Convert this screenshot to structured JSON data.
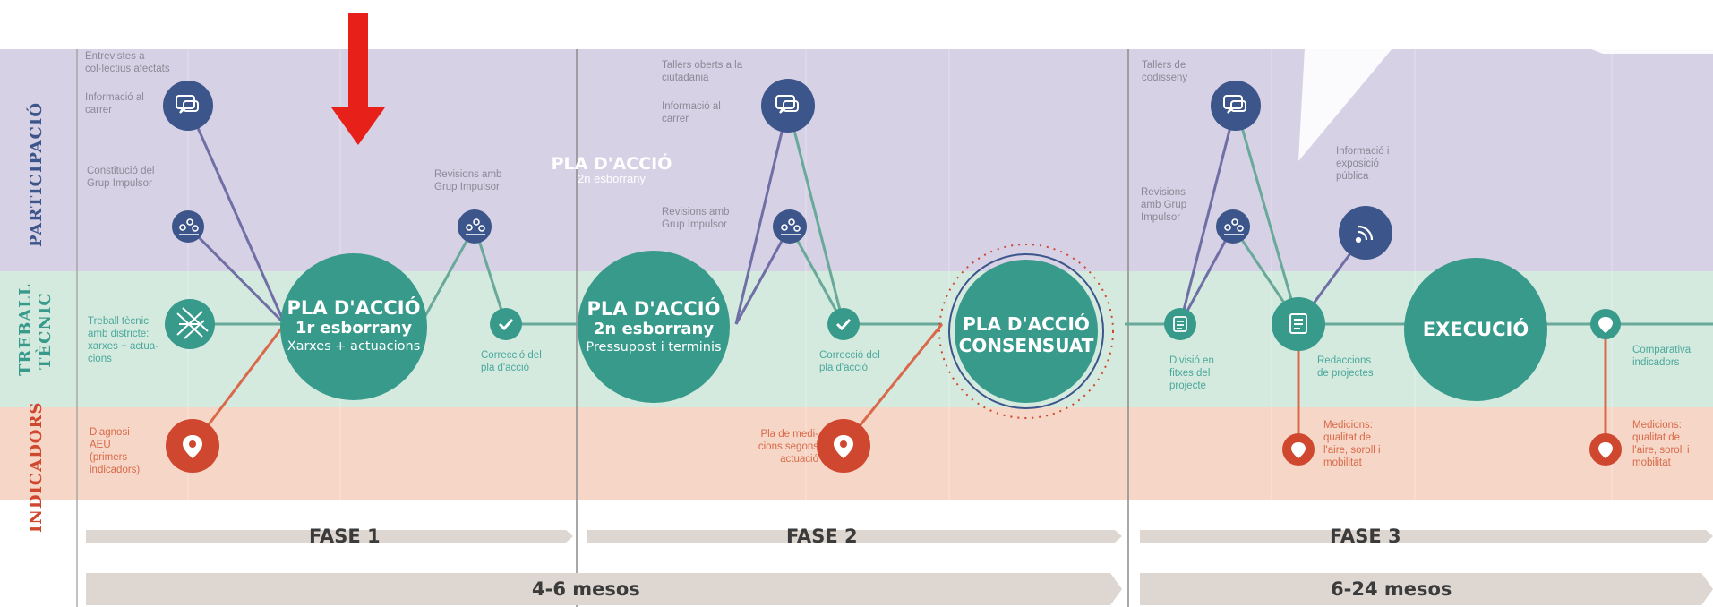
{
  "bands": {
    "participacio": "PARTICIPACIÓ",
    "treball_1": "TREBALL",
    "treball_2": "TÈCNIC",
    "indicadors": "INDICADORS"
  },
  "colors": {
    "participacio_bg": "#d7d1e5",
    "tecnic_bg": "#d5eadf",
    "indicadors_bg": "#f6d6c6",
    "navy": "#3c558a",
    "teal": "#379a8b",
    "red": "#d0472f",
    "arrow": "#e8201a"
  },
  "phase1": {
    "entrevistes": [
      "Entrevistes a",
      "col·lectius afectats"
    ],
    "informacio": [
      "Informació al",
      "carrer"
    ],
    "constitucio": [
      "Constitució del",
      "Grup Impulsor"
    ],
    "treball": [
      "Treball tècnic",
      "amb districte:",
      "xarxes + actua-",
      "cions"
    ],
    "diagnosi": [
      "Diagnosi",
      "AEU",
      "(primers",
      "indicadors)"
    ],
    "revisions": [
      "Revisions amb",
      "Grup Impulsor"
    ],
    "correccio": [
      "Correcció del",
      "pla d'acció"
    ],
    "big_title": "PLA D'ACCIÓ",
    "big_sub": "1r esborrany",
    "big_sub2": "Xarxes + actuacions"
  },
  "phase2": {
    "overlay_title": "PLA D'ACCIÓ",
    "overlay_sub": "2n esborrany",
    "tallers": [
      "Tallers oberts a la",
      "ciutadania"
    ],
    "informacio": [
      "Informació al",
      "carrer"
    ],
    "revisions": [
      "Revisions amb",
      "Grup Impulsor"
    ],
    "big_title": "PLA D'ACCIÓ",
    "big_sub": "2n esborrany",
    "big_sub2": "Pressupost i terminis",
    "medicions": [
      "Pla de medi-",
      "cions segons",
      "actuació"
    ],
    "correccio": [
      "Correcció del",
      "pla d'acció"
    ],
    "consensuat_1": "PLA D'ACCIÓ",
    "consensuat_2": "CONSENSUAT"
  },
  "phase3": {
    "tallers": [
      "Tallers de",
      "codisseny"
    ],
    "revisions": [
      "Revisions",
      "amb Grup",
      "Impulsor"
    ],
    "informacio": [
      "Informació i",
      "exposició",
      "pública"
    ],
    "divisio": [
      "Divisió en",
      "fitxes del",
      "projecte"
    ],
    "redaccions": [
      "Redaccions",
      "de projectes"
    ],
    "execucio": "EXECUCIÓ",
    "comparativa": [
      "Comparativa",
      "indicadors"
    ],
    "medicions_1": [
      "Medicions:",
      "qualitat de",
      "l'aire, soroll i",
      "mobilitat"
    ],
    "medicions_2": [
      "Medicions:",
      "qualitat de",
      "l'aire, soroll i",
      "mobilitat"
    ]
  },
  "fases": [
    "FASE 1",
    "FASE 2",
    "FASE 3"
  ],
  "durations": [
    "4-6 mesos",
    "6-24 mesos"
  ]
}
